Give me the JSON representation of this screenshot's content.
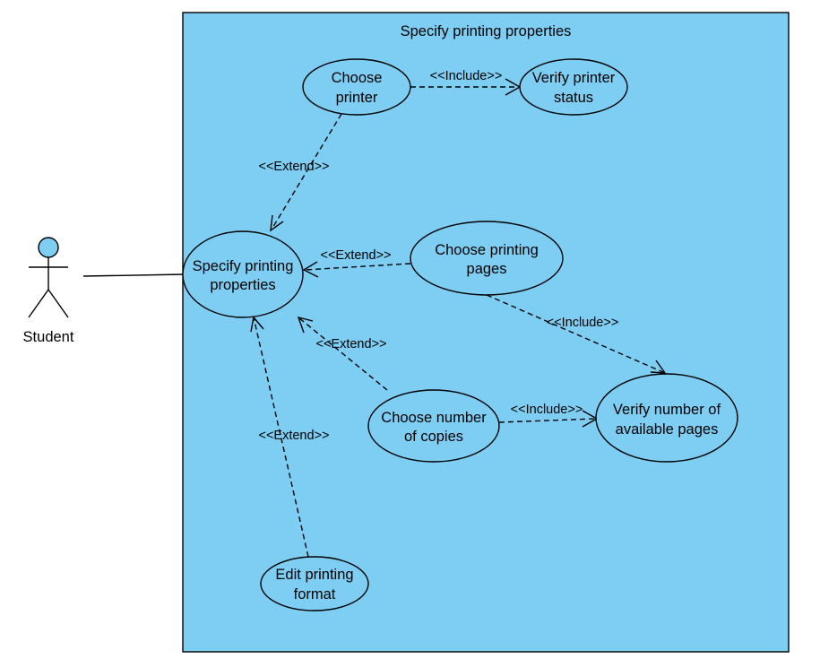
{
  "diagram": {
    "colors": {
      "boundary_fill": "#7ecef4",
      "ellipse_fill": "#7ecef4",
      "actor_head_fill": "#7ecef4",
      "stroke": "#000000"
    },
    "system_boundary": {
      "title": "Specify printing properties"
    },
    "actor": {
      "label": "Student"
    },
    "use_cases": {
      "choose_printer": [
        "Choose",
        "printer"
      ],
      "verify_printer_status": [
        "Verify printer",
        "status"
      ],
      "specify_printing_properties": [
        "Specify printing",
        "properties"
      ],
      "choose_printing_pages": [
        "Choose printing",
        "pages"
      ],
      "choose_number_of_copies": [
        "Choose number",
        "of copies"
      ],
      "verify_available_pages": [
        "Verify number of",
        "available pages"
      ],
      "edit_printing_format": [
        "Edit printing",
        "format"
      ]
    },
    "relations": {
      "include_printer_status": "<<Include>>",
      "extend_choose_printer": "<<Extend>>",
      "extend_printing_pages": "<<Extend>>",
      "include_available_pages_from_pages": "<<Include>>",
      "extend_copies": "<<Extend>>",
      "include_available_pages_from_copies": "<<Include>>",
      "extend_edit_format": "<<Extend>>"
    }
  }
}
